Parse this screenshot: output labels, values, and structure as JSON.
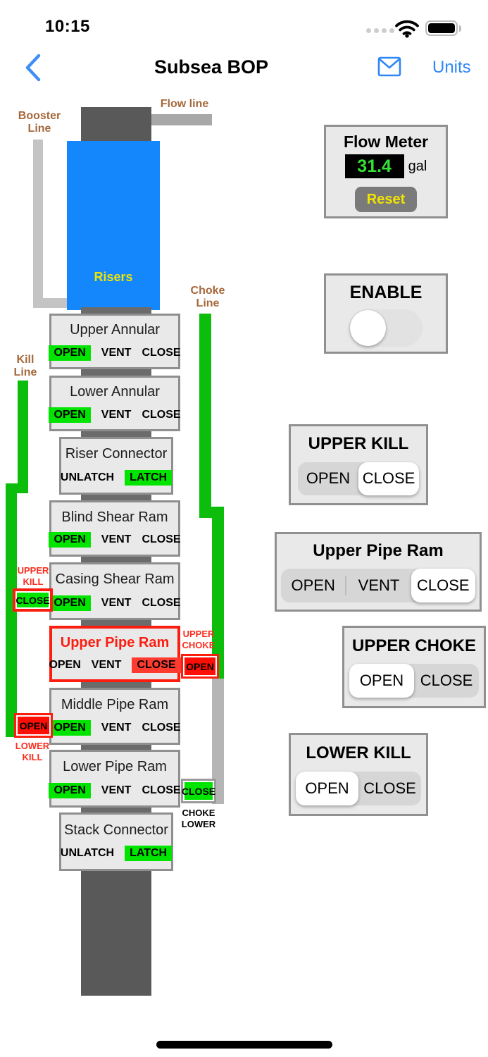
{
  "status_bar": {
    "time": "10:15"
  },
  "nav": {
    "title": "Subsea BOP",
    "units_label": "Units"
  },
  "diagram": {
    "flow_line_label": "Flow line",
    "booster_label_1": "Booster",
    "booster_label_2": "Line",
    "choke_label_1": "Choke",
    "choke_label_2": "Line",
    "kill_label_1": "Kill",
    "kill_label_2": "Line",
    "risers_label": "Risers",
    "stack": [
      {
        "title": "Upper Annular",
        "buttons": [
          "OPEN",
          "VENT",
          "CLOSE"
        ],
        "active": "OPEN",
        "active_color": "green"
      },
      {
        "title": "Lower Annular",
        "buttons": [
          "OPEN",
          "VENT",
          "CLOSE"
        ],
        "active": "OPEN",
        "active_color": "green"
      },
      {
        "title": "Riser Connector",
        "buttons": [
          "UNLATCH",
          "LATCH"
        ],
        "active": "LATCH",
        "active_color": "green"
      },
      {
        "title": "Blind Shear Ram",
        "buttons": [
          "OPEN",
          "VENT",
          "CLOSE"
        ],
        "active": "OPEN",
        "active_color": "green"
      },
      {
        "title": "Casing Shear Ram",
        "buttons": [
          "OPEN",
          "VENT",
          "CLOSE"
        ],
        "active": "OPEN",
        "active_color": "green"
      },
      {
        "title": "Upper Pipe Ram",
        "buttons": [
          "OPEN",
          "VENT",
          "CLOSE"
        ],
        "active": "CLOSE",
        "active_color": "red"
      },
      {
        "title": "Middle Pipe Ram",
        "buttons": [
          "OPEN",
          "VENT",
          "CLOSE"
        ],
        "active": "OPEN",
        "active_color": "green"
      },
      {
        "title": "Lower Pipe Ram",
        "buttons": [
          "OPEN",
          "VENT",
          "CLOSE"
        ],
        "active": "OPEN",
        "active_color": "green"
      },
      {
        "title": "Stack Connector",
        "buttons": [
          "UNLATCH",
          "LATCH"
        ],
        "active": "LATCH",
        "active_color": "green"
      }
    ],
    "side_controls": {
      "upper_kill": {
        "label_1": "UPPER",
        "label_2": "KILL",
        "button": "CLOSE"
      },
      "lower_kill": {
        "label_1": "LOWER",
        "label_2": "KILL",
        "button": "OPEN"
      },
      "upper_choke": {
        "label_1": "UPPER",
        "label_2": "CHOKE",
        "button": "OPEN"
      },
      "choke_lower": {
        "label_1": "CHOKE",
        "label_2": "LOWER",
        "button": "CLOSE"
      }
    }
  },
  "panels": {
    "flow_meter": {
      "title": "Flow Meter",
      "value": "31.4",
      "unit": "gal",
      "reset_label": "Reset"
    },
    "enable": {
      "title": "ENABLE",
      "toggle_state": "off"
    },
    "upper_kill": {
      "title": "UPPER KILL",
      "options": [
        "OPEN",
        "CLOSE"
      ],
      "selected": "CLOSE"
    },
    "upper_pipe_ram": {
      "title": "Upper Pipe Ram",
      "options": [
        "OPEN",
        "VENT",
        "CLOSE"
      ],
      "selected": "CLOSE"
    },
    "upper_choke": {
      "title": "UPPER CHOKE",
      "options": [
        "OPEN",
        "CLOSE"
      ],
      "selected": "OPEN"
    },
    "lower_kill": {
      "title": "LOWER KILL",
      "options": [
        "OPEN",
        "CLOSE"
      ],
      "selected": "OPEN"
    }
  },
  "colors": {
    "accent_blue": "#2e87f6",
    "riser_blue": "#1487fc",
    "pipe_green": "#0cbd0c",
    "button_green": "#00e400",
    "alert_red": "#fb1d10",
    "close_red": "#ff3b30",
    "label_brown": "#a5683c",
    "display_green": "#35e135",
    "reset_yellow": "#f3e300"
  }
}
